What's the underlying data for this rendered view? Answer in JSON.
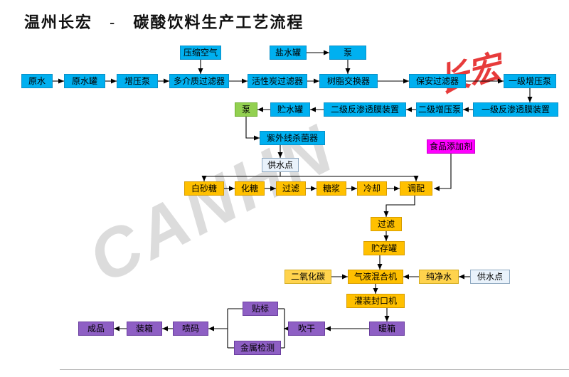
{
  "title": {
    "company": "温州长宏",
    "dash": "-",
    "process": "碳酸饮料生产工艺流程"
  },
  "watermark": {
    "text": "CANHN"
  },
  "logo": {
    "text": "长宏"
  },
  "colors": {
    "water_treatment": "#00B0F0",
    "pump_green": "#92D050",
    "syrup_line_orange": "#FFC000",
    "gas_input_yellow": "#FFD34D",
    "packaging_purple": "#8E5FC4",
    "additive_magenta": "#FF00FF",
    "supply_point_light": "#E9F2FB",
    "watermark_gray": "#DCDCDC",
    "logo_red": "#E62B2B"
  },
  "nodes": {
    "compressed_air": "压缩空气",
    "brine_tank": "盐水罐",
    "pump_top": "泵",
    "raw_water": "原水",
    "raw_water_tank": "原水罐",
    "booster_pump": "增压泵",
    "multimedia_filter": "多介质过滤器",
    "carbon_filter": "活性炭过滤器",
    "resin_exchanger": "树脂交换器",
    "security_filter": "保安过滤器",
    "primary_booster_pump": "一级增压泵",
    "pump": "泵",
    "water_storage_tank": "贮水罐",
    "secondary_ro": "二级反渗透膜装置",
    "secondary_booster_pump": "二级增压泵",
    "primary_ro": "一级反渗透膜装置",
    "uv_sterilizer": "紫外线杀菌器",
    "water_point_1": "供水点",
    "food_additive": "食品添加剂",
    "white_sugar": "白砂糖",
    "sugar_melting": "化糖",
    "filter_1": "过滤",
    "syrup": "糖浆",
    "cooling": "冷却",
    "blending": "调配",
    "filter_2": "过滤",
    "storage_tank": "贮存罐",
    "co2": "二氧化碳",
    "gas_liquid_mixer": "气液混合机",
    "pure_water": "纯净水",
    "water_point_2": "供水点",
    "filling_machine": "灌装封口机",
    "warm_box": "暖箱",
    "blow_dry": "吹干",
    "labeling": "贴标",
    "metal_detector": "金属检测",
    "coding": "喷码",
    "packing": "装箱",
    "finished_product": "成品"
  }
}
